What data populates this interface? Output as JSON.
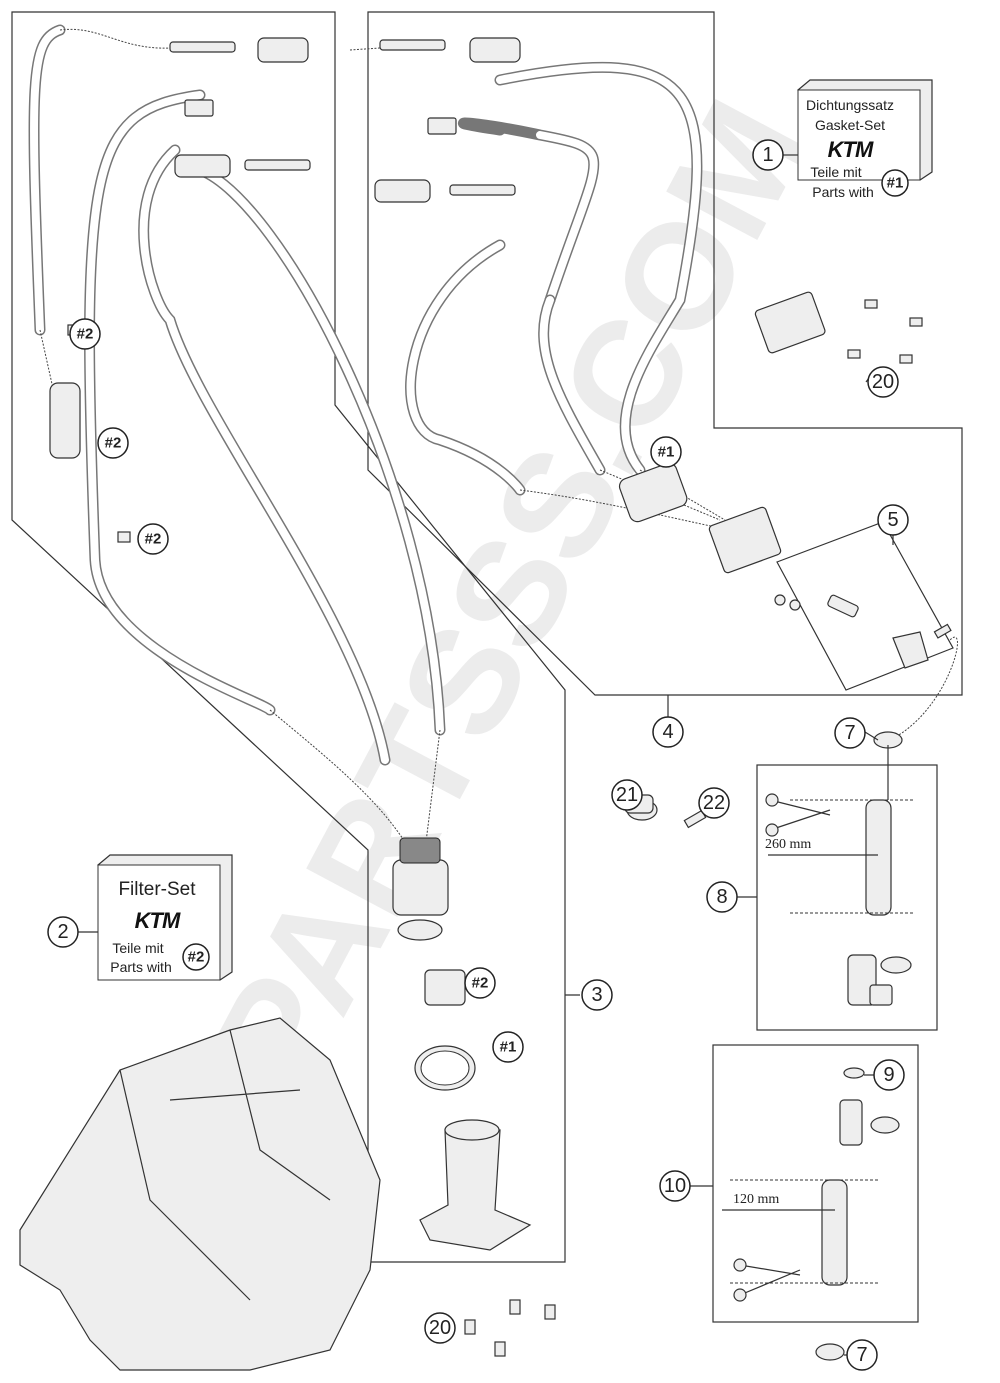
{
  "watermark": "PARTSSS.COM",
  "callouts": [
    "1",
    "2",
    "3",
    "4",
    "5",
    "7",
    "8",
    "9",
    "10",
    "20",
    "21",
    "22"
  ],
  "refs": {
    "r1": "#1",
    "r2": "#2"
  },
  "gasket_set": {
    "line1": "Dichtungssatz",
    "line2": "Gasket-Set",
    "brand": "KTM",
    "line3": "Teile mit",
    "line4": "Parts with",
    "ref": "#1"
  },
  "filter_set": {
    "line1": "Filter-Set",
    "brand": "KTM",
    "line3": "Teile mit",
    "line4": "Parts with",
    "ref": "#2"
  },
  "dimensions": {
    "hose_8": "260 mm",
    "hose_10": "120 mm"
  }
}
